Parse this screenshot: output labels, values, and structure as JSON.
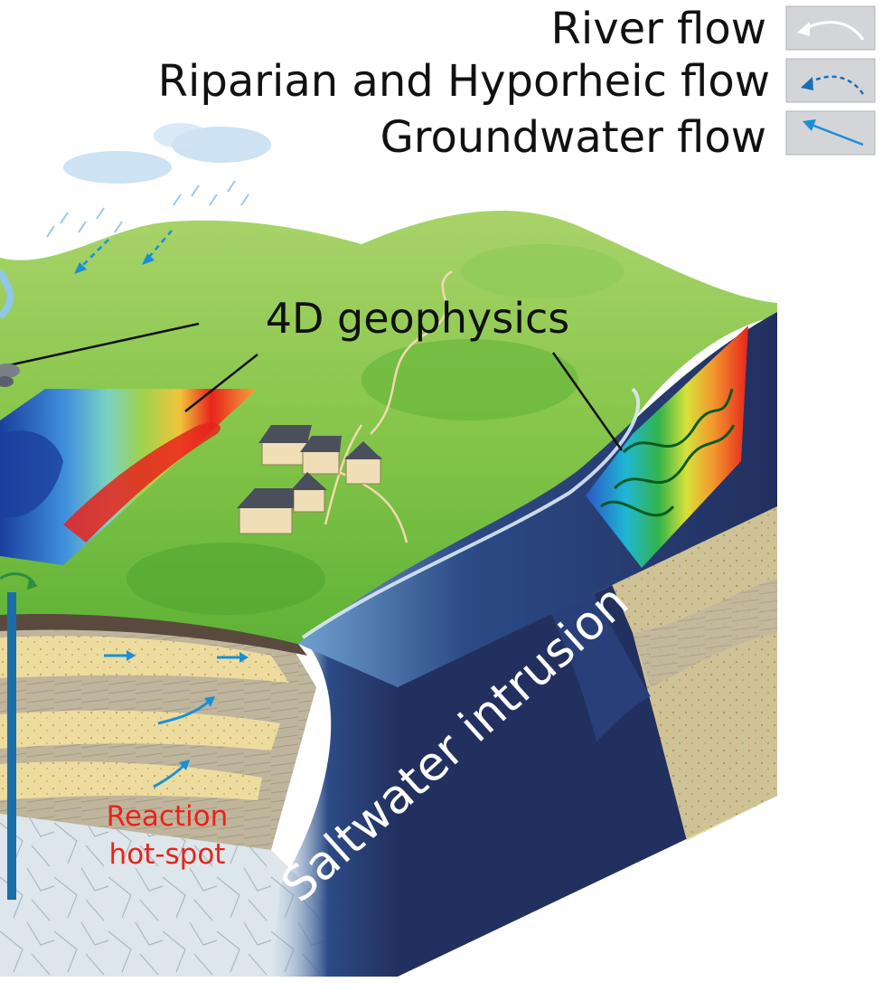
{
  "legend": {
    "items": [
      {
        "label": "River flow",
        "icon": "river-flow-arrow-icon",
        "color": "#ffffff"
      },
      {
        "label": "Riparian and Hyporheic flow",
        "icon": "riparian-flow-arrow-icon",
        "color": "#1b6fb5"
      },
      {
        "label": "Groundwater flow",
        "icon": "groundwater-flow-arrow-icon",
        "color": "#1a8fd6"
      }
    ]
  },
  "labels": {
    "geophysics": "4D geophysics",
    "reaction_line1": "Reaction",
    "reaction_line2": "hot-spot",
    "saltwater": "Saltwater intrusion"
  },
  "colors": {
    "land": "#7cc242",
    "hill": "#a9d36a",
    "sea": "#22305f",
    "soil": "#e8d9a0",
    "clay": "#bdb39a",
    "bedrock": "#dde6ea",
    "reaction": "#e8231c",
    "arrow": "#1a8fd6"
  }
}
